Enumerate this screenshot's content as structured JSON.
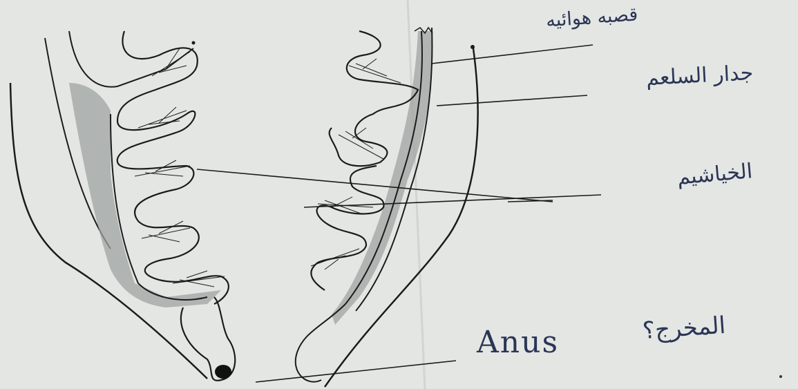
{
  "labels": {
    "air_tube": "قصبه هوائيه",
    "digestive_wall": "جدار السلعم",
    "gills": "الخياشيم",
    "anus": "Anus",
    "question_mark": "المخرج؟"
  },
  "colors": {
    "paper": "#e4e6e3",
    "ink": "#1b1b1b",
    "shade": "#9fa3a2",
    "label_ink": "#2a3556"
  }
}
